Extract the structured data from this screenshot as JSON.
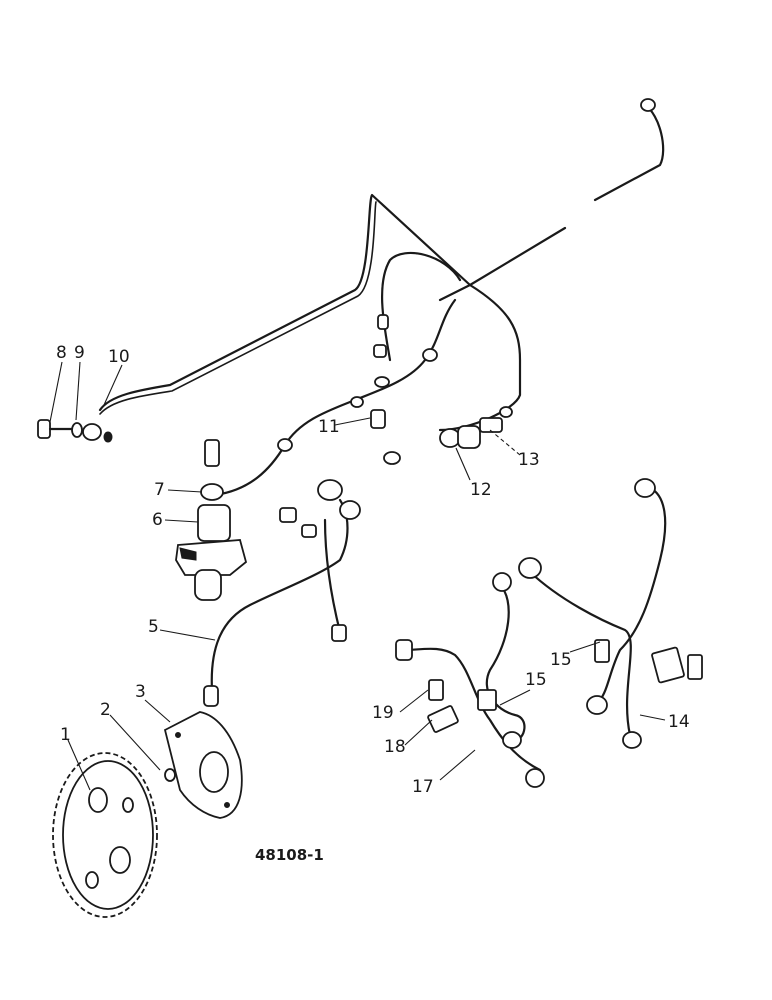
{
  "diagram": {
    "drawing_code": "48108-1",
    "callouts": [
      {
        "id": "c1",
        "label": "1"
      },
      {
        "id": "c2",
        "label": "2"
      },
      {
        "id": "c3",
        "label": "3"
      },
      {
        "id": "c5",
        "label": "5"
      },
      {
        "id": "c6",
        "label": "6"
      },
      {
        "id": "c7",
        "label": "7"
      },
      {
        "id": "c8",
        "label": "8"
      },
      {
        "id": "c9",
        "label": "9"
      },
      {
        "id": "c10",
        "label": "10"
      },
      {
        "id": "c11",
        "label": "11"
      },
      {
        "id": "c12",
        "label": "12"
      },
      {
        "id": "c13",
        "label": "13"
      },
      {
        "id": "c14",
        "label": "14"
      },
      {
        "id": "c15a",
        "label": "15"
      },
      {
        "id": "c15b",
        "label": "15"
      },
      {
        "id": "c17",
        "label": "17"
      },
      {
        "id": "c18",
        "label": "18"
      },
      {
        "id": "c19",
        "label": "19"
      }
    ]
  }
}
